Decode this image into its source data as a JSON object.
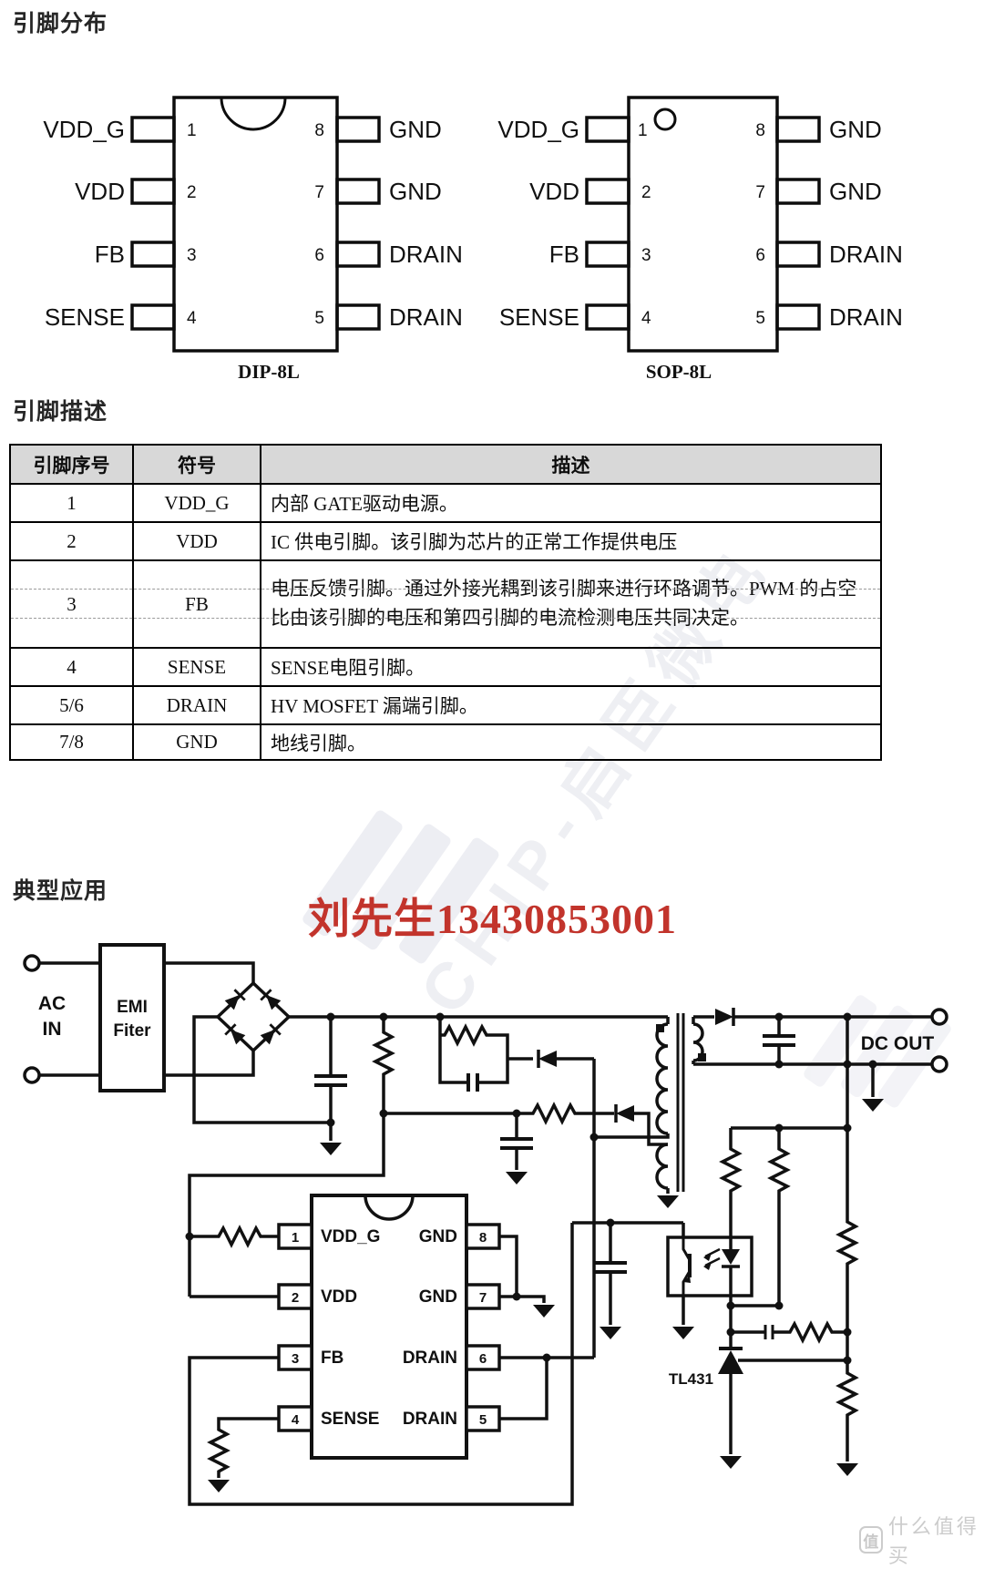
{
  "sections": {
    "pin_layout": "引脚分布",
    "pin_desc": "引脚描述",
    "typical_app": "典型应用"
  },
  "packages": {
    "dip": {
      "caption": "DIP-8L"
    },
    "sop": {
      "caption": "SOP-8L"
    },
    "left_pins": [
      {
        "num": "1",
        "label": "VDD_G"
      },
      {
        "num": "2",
        "label": "VDD"
      },
      {
        "num": "3",
        "label": "FB"
      },
      {
        "num": "4",
        "label": "SENSE"
      }
    ],
    "right_pins": [
      {
        "num": "8",
        "label": "GND"
      },
      {
        "num": "7",
        "label": "GND"
      },
      {
        "num": "6",
        "label": "DRAIN"
      },
      {
        "num": "5",
        "label": "DRAIN"
      }
    ]
  },
  "pin_table": {
    "headers": [
      "引脚序号",
      "符号",
      "描述"
    ],
    "rows": [
      {
        "num": "1",
        "symbol": "VDD_G",
        "desc": "内部 GATE驱动电源。"
      },
      {
        "num": "2",
        "symbol": "VDD",
        "desc": "IC 供电引脚。该引脚为芯片的正常工作提供电压"
      },
      {
        "num": "3",
        "symbol": "FB",
        "desc": "电压反馈引脚。通过外接光耦到该引脚来进行环路调节。PWM 的占空比由该引脚的电压和第四引脚的电流检测电压共同决定。"
      },
      {
        "num": "4",
        "symbol": "SENSE",
        "desc": "SENSE电阻引脚。"
      },
      {
        "num": "5/6",
        "symbol": "DRAIN",
        "desc": "HV MOSFET 漏端引脚。"
      },
      {
        "num": "7/8",
        "symbol": "GND",
        "desc": "地线引脚。"
      }
    ]
  },
  "overlay": {
    "contact": "刘先生13430853001",
    "contact_color": "#c2342c"
  },
  "watermark": {
    "diagonal_text": "CHIP-启臣微电",
    "badge_glyph": "值",
    "badge_text": "什么值得买"
  },
  "schematic": {
    "ac_in_line1": "AC",
    "ac_in_line2": "IN",
    "emi_line1": "EMI",
    "emi_line2": "Fiter",
    "dc_out": "DC OUT",
    "tl431": "TL431",
    "ic_pin_nums_left": [
      "1",
      "2",
      "3",
      "4"
    ],
    "ic_pins_left": [
      "VDD_G",
      "VDD",
      "FB",
      "SENSE"
    ],
    "ic_pin_nums_right": [
      "8",
      "7",
      "6",
      "5"
    ],
    "ic_pins_right": [
      "GND",
      "GND",
      "DRAIN",
      "DRAIN"
    ]
  }
}
